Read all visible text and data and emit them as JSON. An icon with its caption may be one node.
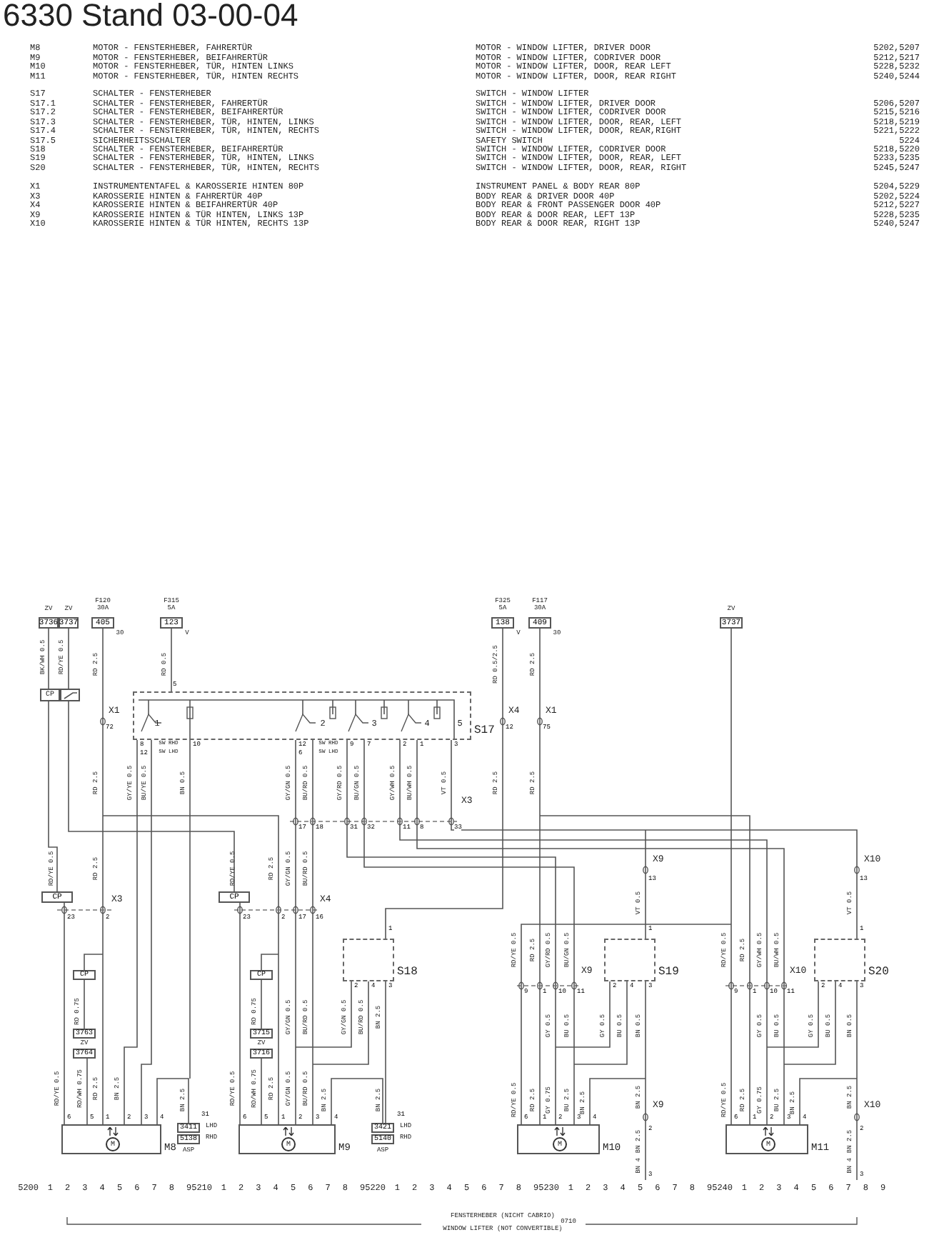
{
  "diagram": {
    "title": "6330 Stand 03-00-04",
    "nodes": [
      {
        "text": [
          "3736"
        ],
        "beside": [
          "ZV"
        ]
      },
      {
        "text": [
          "3737"
        ],
        "beside": [
          "ZV"
        ]
      },
      {
        "text": [
          "405"
        ],
        "beside": [
          "F120 30A",
          "30"
        ]
      },
      {
        "text": [
          "123"
        ],
        "beside": [
          "F315 5A",
          "V"
        ]
      },
      {
        "text": [
          "138"
        ],
        "beside": [
          "F325 5A",
          "V"
        ]
      },
      {
        "text": [
          "409"
        ],
        "beside": [
          "F117 30A",
          "30"
        ]
      },
      {
        "text": [
          "3737"
        ],
        "beside": [
          "ZV"
        ]
      },
      {
        "text": [
          "S17"
        ]
      },
      {
        "text": [
          "CP"
        ]
      },
      {
        "text": [
          "CP"
        ]
      },
      {
        "text": [
          "CP"
        ]
      },
      {
        "text": [
          "CP"
        ]
      },
      {
        "text": [
          "3763"
        ],
        "beside": [
          "ZV"
        ]
      },
      {
        "text": [
          "3764"
        ]
      },
      {
        "text": [
          "CP"
        ]
      },
      {
        "text": [
          "3715"
        ],
        "beside": [
          "ZV"
        ]
      },
      {
        "text": [
          "3716"
        ]
      },
      {
        "text": [
          "M",
          "M8"
        ]
      },
      {
        "text": [
          "3411"
        ],
        "beside": [
          "LHD"
        ]
      },
      {
        "text": [
          "5138"
        ],
        "beside": [
          "RHD",
          "ASP"
        ]
      },
      {
        "text": [
          "S18"
        ]
      },
      {
        "text": [
          "M",
          "M9"
        ]
      },
      {
        "text": [
          "3421"
        ],
        "beside": [
          "LHD"
        ]
      },
      {
        "text": [
          "5140"
        ],
        "beside": [
          "RHD",
          "ASP"
        ]
      },
      {
        "text": [
          "S19"
        ]
      },
      {
        "text": [
          "M",
          "M10"
        ]
      },
      {
        "text": [
          "S20"
        ]
      },
      {
        "text": [
          "M",
          "M11"
        ]
      }
    ],
    "edges": [
      {
        "from": 3,
        "to": 7,
        "arrow": "none"
      },
      {
        "from": 0,
        "to": 8,
        "arrow": "none"
      },
      {
        "from": 1,
        "to": 8,
        "arrow": "none"
      },
      {
        "from": 11,
        "to": 12,
        "arrow": "none"
      },
      {
        "from": 13,
        "to": 17,
        "arrow": "none"
      },
      {
        "from": 14,
        "to": 15,
        "arrow": "none"
      },
      {
        "from": 16,
        "to": 21,
        "arrow": "none"
      },
      {
        "from": 18,
        "to": 17,
        "arrow": "none"
      },
      {
        "from": 22,
        "to": 21,
        "arrow": "none"
      }
    ],
    "labels": [
      "M8",
      "MOTOR - FENSTERHEBER, FAHRERTÜR",
      "MOTOR - WINDOW LIFTER, DRIVER DOOR",
      "5202,5207",
      "M9",
      "MOTOR - FENSTERHEBER, BEIFAHRERTÜR",
      "MOTOR - WINDOW LIFTER, CODRIVER DOOR",
      "5212,5217",
      "M10",
      "MOTOR - FENSTERHEBER, TÜR, HINTEN LINKS",
      "MOTOR - WINDOW LIFTER, DOOR, REAR LEFT",
      "5228,5232",
      "M11",
      "MOTOR - FENSTERHEBER, TÜR, HINTEN RECHTS",
      "MOTOR - WINDOW LIFTER, DOOR, REAR RIGHT",
      "5240,5244",
      "S17",
      "SCHALTER - FENSTERHEBER",
      "SWITCH - WINDOW LIFTER",
      "S17.1",
      "SCHALTER - FENSTERHEBER, FAHRERTÜR",
      "SWITCH - WINDOW LIFTER, DRIVER DOOR",
      "5206,5207",
      "S17.2",
      "SCHALTER - FENSTERHEBER, BEIFAHRERTÜR",
      "SWITCH - WINDOW LIFTER, CODRIVER DOOR",
      "5215,5216",
      "S17.3",
      "SCHALTER - FENSTERHEBER, TÜR, HINTEN, LINKS",
      "SWITCH - WINDOW LIFTER, DOOR, REAR, LEFT",
      "5218,5219",
      "S17.4",
      "SCHALTER - FENSTERHEBER, TÜR, HINTEN, RECHTS",
      "SWITCH - WINDOW LIFTER, DOOR, REAR,RIGHT",
      "5221,5222",
      "S17.5",
      "SICHERHEITSSCHALTER",
      "SAFETY SWITCH",
      "5224",
      "S18",
      "SCHALTER - FENSTERHEBER, BEIFAHRERTÜR",
      "SWITCH - WINDOW LIFTER, CODRIVER DOOR",
      "5218,5220",
      "S19",
      "SCHALTER - FENSTERHEBER, TÜR, HINTEN, LINKS",
      "SWITCH - WINDOW LIFTER, DOOR, REAR, LEFT",
      "5233,5235",
      "S20",
      "SCHALTER - FENSTERHEBER, TÜR, HINTEN, RECHTS",
      "SWITCH - WINDOW LIFTER, DOOR, REAR, RIGHT",
      "5245,5247",
      "X1",
      "INSTRUMENTENTAFEL & KAROSSERIE HINTEN 80P",
      "INSTRUMENT PANEL & BODY REAR 80P",
      "5204,5229",
      "X3",
      "KAROSSERIE HINTEN & FAHRERTÜR 40P",
      "BODY REAR & DRIVER DOOR 40P",
      "5202,5224",
      "X4",
      "KAROSSERIE HINTEN & BEIFAHRERTÜR 40P",
      "BODY REAR & FRONT PASSENGER DOOR 40P",
      "5212,5227",
      "X9",
      "KAROSSERIE HINTEN & TÜR HINTEN, LINKS 13P",
      "BODY REAR & DOOR REAR, LEFT 13P",
      "5228,5235",
      "X10",
      "KAROSSERIE HINTEN & TÜR HINTEN, RECHTS 13P",
      "BODY REAR & DOOR REAR, RIGHT 13P",
      "5240,5247",
      "X1",
      "72",
      "X4",
      "12",
      "X1",
      "75",
      "X3",
      "17",
      "18",
      "31",
      "32",
      "11",
      "8",
      "33",
      "X9",
      "13",
      "X10",
      "13",
      "X3",
      "23",
      "2",
      "X4",
      "23",
      "2",
      "17",
      "16",
      "1",
      "2",
      "4",
      "3",
      "1",
      "2",
      "4",
      "3",
      "X9",
      "9",
      "1",
      "10",
      "11",
      "1",
      "2",
      "4",
      "3",
      "X10",
      "9",
      "1",
      "10",
      "11",
      "6",
      "5",
      "1",
      "2",
      "3",
      "4",
      "31",
      "6",
      "5",
      "1",
      "2",
      "3",
      "4",
      "31",
      "6",
      "1",
      "2",
      "3",
      "4",
      "X9",
      "2",
      "6",
      "1",
      "2",
      "3",
      "4",
      "X10",
      "2",
      "3",
      "3",
      "5",
      "1",
      "2",
      "3",
      "4",
      "5",
      "8",
      "12",
      "SW RHD",
      "SW LHD",
      "10",
      "12",
      "6",
      "SW RHD",
      "SW LHD",
      "9",
      "7",
      "2",
      "1",
      "3",
      "BK/WH 0.5",
      "RD/YE 0.5",
      "RD 2.5",
      "RD 0.5",
      "RD 0.5/2.5",
      "RD 2.5",
      "RD 2.5",
      "GY/YE 0.5",
      "BU/YE 0.5",
      "BN 0.5",
      "GY/GN 0.5",
      "BU/RD 0.5",
      "GY/RD 0.5",
      "BU/GN 0.5",
      "GY/WH 0.5",
      "BU/WH 0.5",
      "VT 0.5",
      "RD 2.5",
      "RD 2.5",
      "RD/YE 0.5",
      "RD 2.5",
      "RD 0.75",
      "RD/YE 0.5",
      "RD/WH 0.75",
      "RD 2.5",
      "BN 2.5",
      "BN 2.5",
      "RD/YE 0.5",
      "RD 2.5",
      "GY/GN 0.5",
      "BU/RD 0.5",
      "RD 0.75",
      "GY/GN 0.5",
      "BU/RD 0.5",
      "GY/GN 0.5",
      "BU/RD 0.5",
      "BN 2.5",
      "RD/YE 0.5",
      "RD/WH 0.75",
      "RD 2.5",
      "GY/GN 0.5",
      "BU/RD 0.5",
      "BN 2.5",
      "BN 2.5",
      "VT 0.5",
      "RD/YE 0.5",
      "RD 2.5",
      "GY/RD 0.5",
      "BU/GN 0.5",
      "GY 0.5",
      "BU 0.5",
      "GY 0.5",
      "BU 0.5",
      "BN 0.5",
      "RD/YE 0.5",
      "RD 2.5",
      "GY 0.75",
      "BU 2.5",
      "BN 2.5",
      "BN 2.5",
      "BN 2.5",
      "BN 4",
      "VT 0.5",
      "RD/YE 0.5",
      "RD 2.5",
      "GY/WH 0.5",
      "BU/WH 0.5",
      "GY 0.5",
      "BU 0.5",
      "GY 0.5",
      "BU 0.5",
      "BN 0.5",
      "RD/YE 0.5",
      "RD 2.5",
      "GY 0.75",
      "BU 2.5",
      "BN 2.5",
      "BN 2.5",
      "BN 2.5",
      "BN 4",
      "5200",
      "1",
      "2",
      "3",
      "4",
      "5",
      "6",
      "7",
      "8",
      "9",
      "5210",
      "1",
      "2",
      "3",
      "4",
      "5",
      "6",
      "7",
      "8",
      "9",
      "5220",
      "1",
      "2",
      "3",
      "4",
      "5",
      "6",
      "7",
      "8",
      "9",
      "5230",
      "1",
      "2",
      "3",
      "4",
      "5",
      "6",
      "7",
      "8",
      "9",
      "5240",
      "1",
      "2",
      "3",
      "4",
      "5",
      "6",
      "7",
      "8",
      "9",
      "FENSTERHEBER (NICHT CABRIO)",
      "WINDOW LIFTER (NOT CONVERTIBLE)",
      "0710"
    ]
  }
}
